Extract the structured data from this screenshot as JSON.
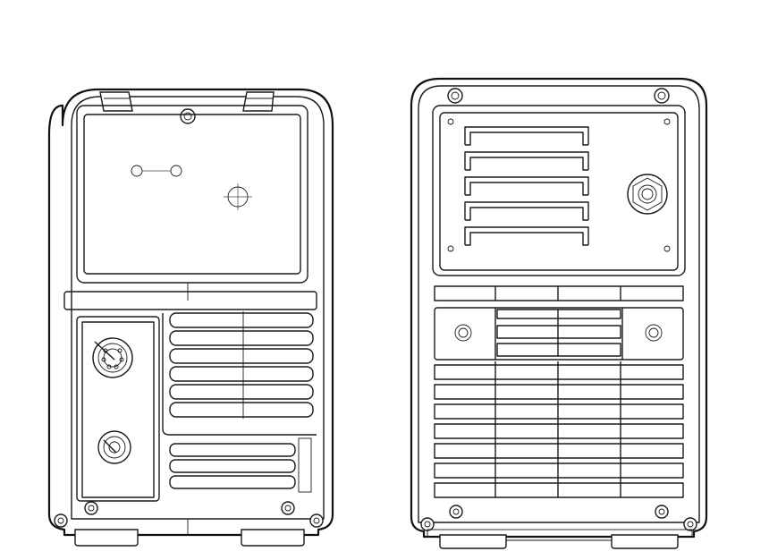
{
  "image": {
    "views": [
      {
        "id": "front",
        "description_name": "front-panel-view"
      },
      {
        "id": "rear",
        "description_name": "rear-panel-view"
      }
    ]
  },
  "colors": {
    "line": "#1a1a1a",
    "background": "#ffffff"
  },
  "icons": [
    "connector-socket-icon",
    "gas-fitting-icon",
    "cable-gland-icon",
    "screw-icon"
  ]
}
